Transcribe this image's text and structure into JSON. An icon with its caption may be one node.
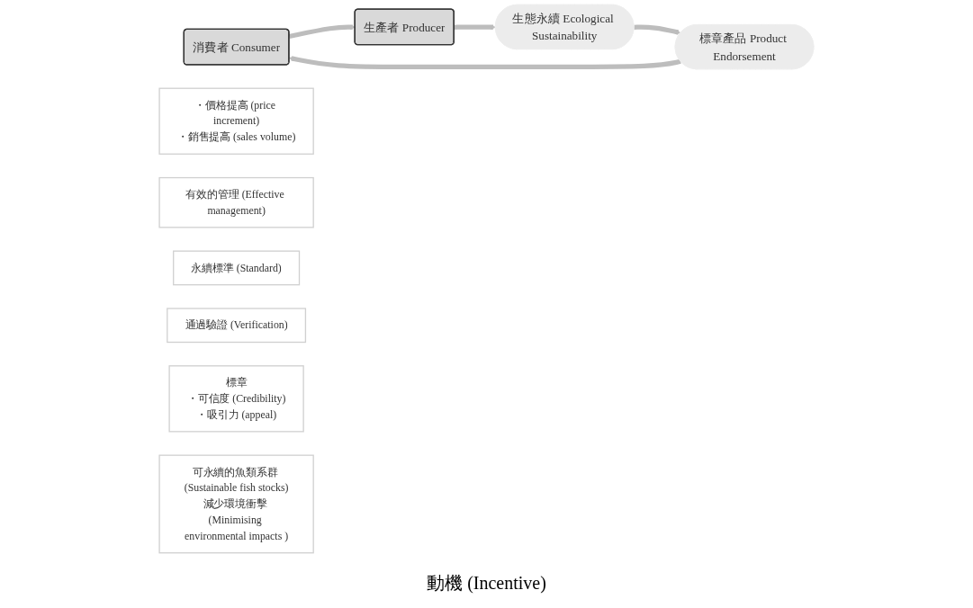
{
  "diagram": {
    "nodes": [
      {
        "text": [
          "消費者 Consumer"
        ]
      },
      {
        "text": [
          "生產者 Producer"
        ]
      },
      {
        "text": [
          "生態永續 Ecological Sustainability"
        ]
      },
      {
        "text": [
          "標章產品 Product Endorsement"
        ]
      },
      {
        "text": [
          "・價格提高 (price increment)",
          "・銷售提高 (sales volume)"
        ]
      },
      {
        "text": [
          "有效的管理 (Effective management)"
        ]
      },
      {
        "text": [
          "永續標準 (Standard)"
        ]
      },
      {
        "text": [
          "通過驗證 (Verification)"
        ]
      },
      {
        "text": [
          "標章",
          "・可信度 (Credibility)",
          "・吸引力 (appeal)"
        ]
      },
      {
        "text": [
          "可永續的魚類系群 (Sustainable fish stocks)",
          "減少環境衝擊 (Minimising environmental impacts )"
        ]
      }
    ],
    "edges": [
      {
        "from": 0,
        "to": 1,
        "arrow": "to"
      },
      {
        "from": 1,
        "to": 2,
        "arrow": "to"
      },
      {
        "from": 2,
        "to": 3,
        "arrow": "to"
      },
      {
        "from": 3,
        "to": 0,
        "arrow": "to"
      }
    ],
    "labels": [
      "動機 (Incentive)"
    ]
  }
}
